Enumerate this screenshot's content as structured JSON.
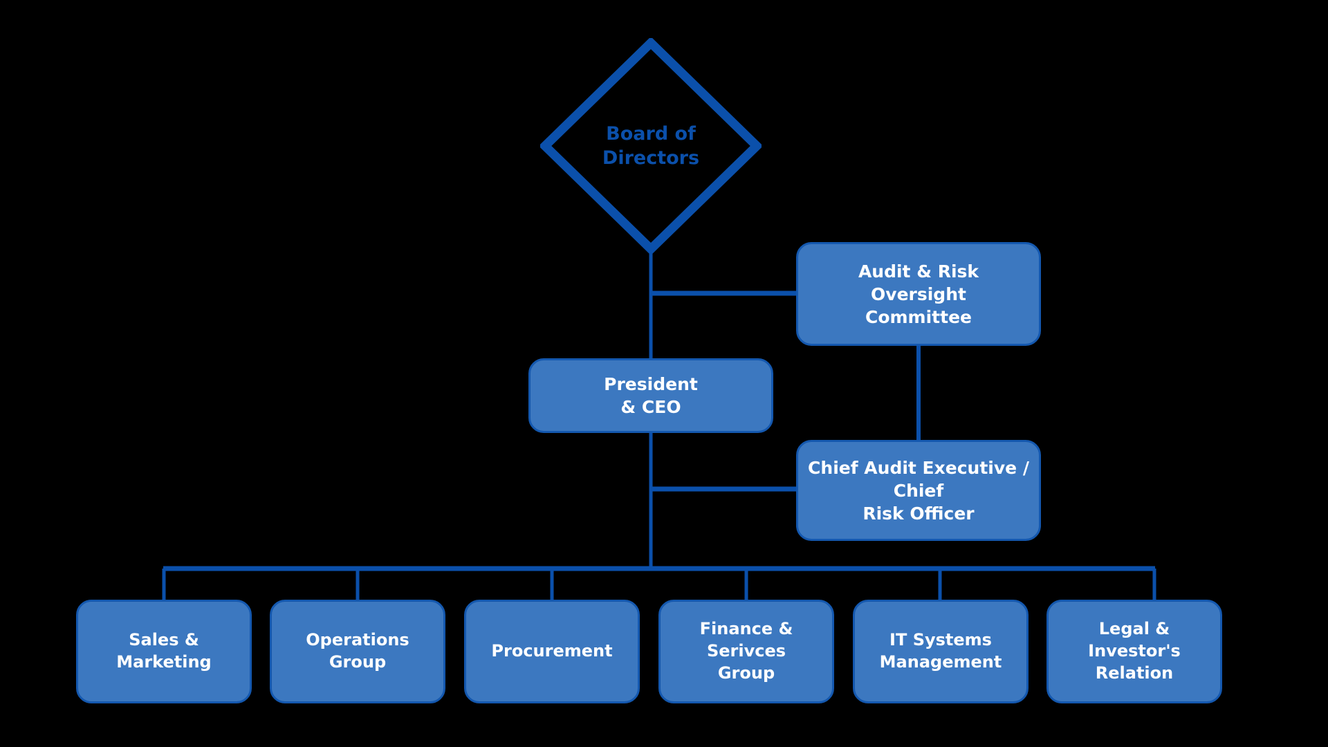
{
  "diagram": {
    "title": "Organizational Chart",
    "background_color": "#000000",
    "node_fill": "#3c78c0",
    "node_border": "#1458af",
    "node_text_color": "#ffffff",
    "connector_color": "#0b50ab",
    "root_text_color": "#0b50ab"
  },
  "root": {
    "label": "Board of\nDirectors",
    "shape": "diamond"
  },
  "nodes": {
    "audit_committee": {
      "label": "Audit & Risk\nOversight\nCommittee"
    },
    "president_ceo": {
      "label": "President\n& CEO"
    },
    "chief_audit": {
      "label": "Chief Audit Executive /\nChief\nRisk Officer"
    }
  },
  "departments": [
    {
      "label": "Sales & Marketing"
    },
    {
      "label": "Operations\nGroup"
    },
    {
      "label": "Procurement"
    },
    {
      "label": "Finance & Serivces\nGroup"
    },
    {
      "label": "IT Systems\nManagement"
    },
    {
      "label": "Legal & Investor's\nRelation"
    }
  ]
}
